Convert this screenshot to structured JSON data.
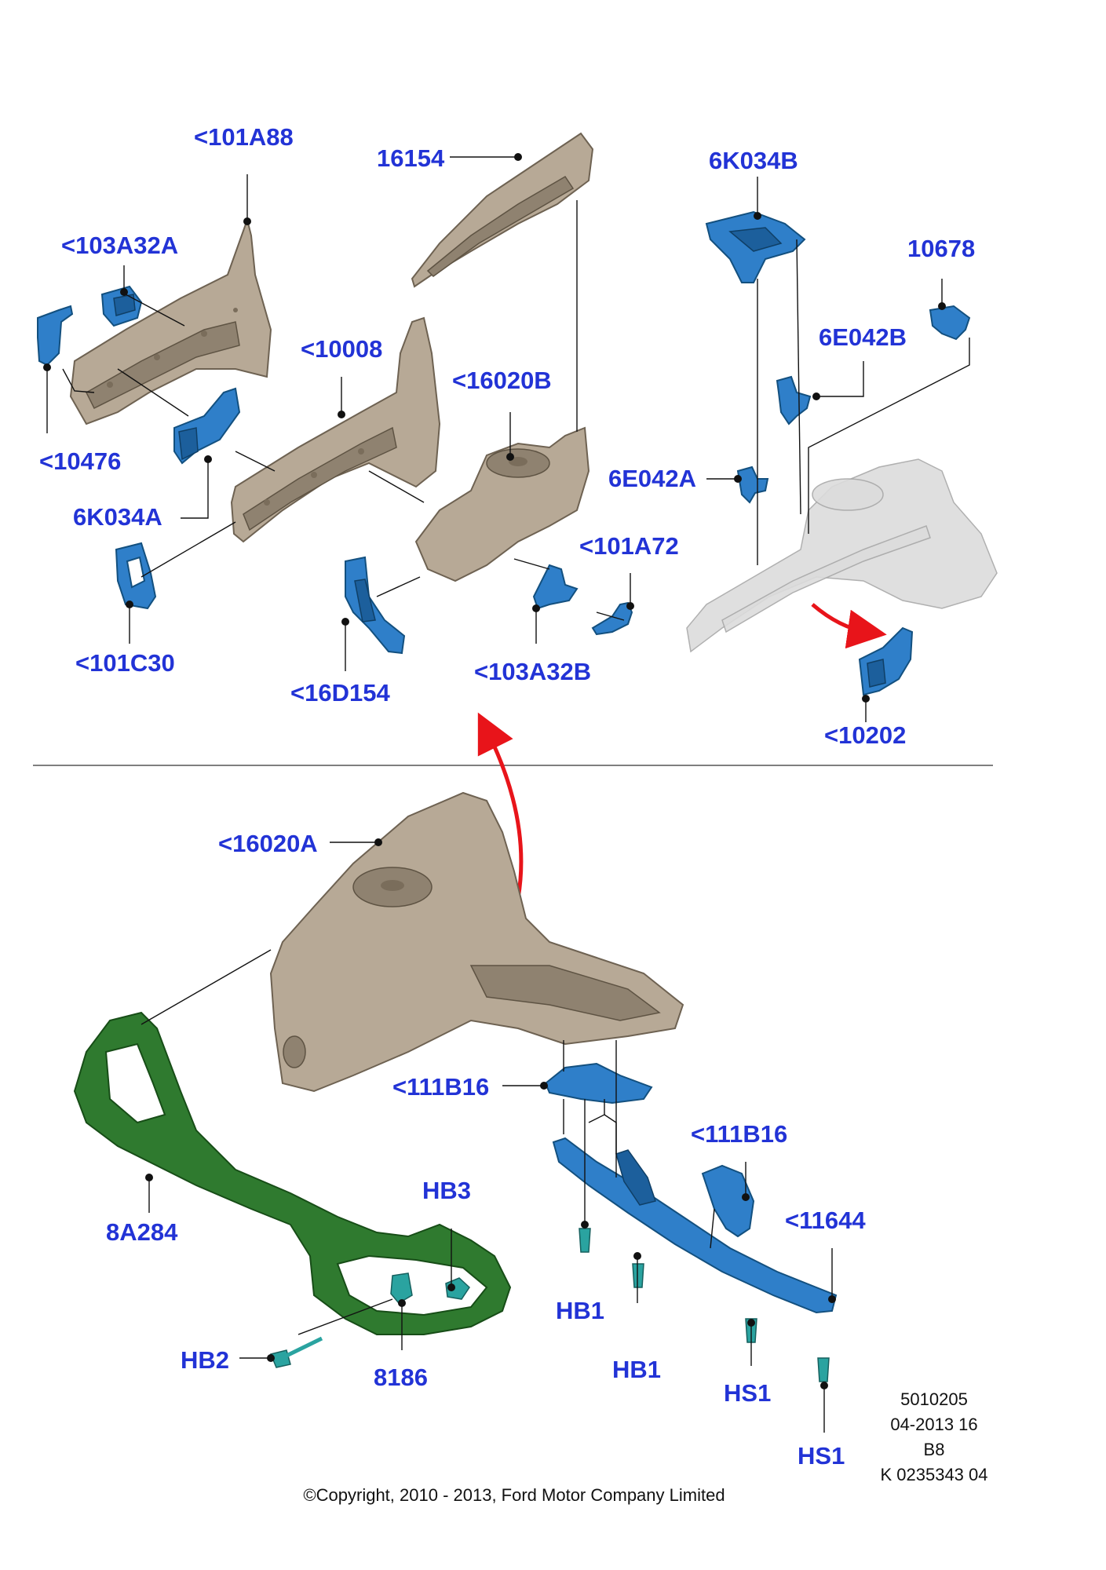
{
  "labels": {
    "l101A88": "<101A88",
    "l103A32A": "<103A32A",
    "l10476": "<10476",
    "l6K034A": "6K034A",
    "l101C30": "<101C30",
    "l10008": "<10008",
    "l16154": "16154",
    "l16020B": "<16020B",
    "l16D154": "<16D154",
    "l103A32B": "<103A32B",
    "l101A72": "<101A72",
    "l6K034B": "6K034B",
    "l10678": "10678",
    "l6E042B": "6E042B",
    "l6E042A": "6E042A",
    "l10202": "<10202",
    "l16020A": "<16020A",
    "l111B16a": "<111B16",
    "l111B16b": "<111B16",
    "l11644": "<11644",
    "l8A284": "8A284",
    "lHB3": "HB3",
    "lHB2": "HB2",
    "l8186": "8186",
    "lHB1a": "HB1",
    "lHB1b": "HB1",
    "lHS1a": "HS1",
    "lHS1b": "HS1"
  },
  "reference": {
    "line1": "5010205",
    "line2": "04-2013 16",
    "line3": "B8",
    "line4": "K 0235343 04"
  },
  "copyright": "©Copyright, 2010 - 2013, Ford Motor Company Limited",
  "colors": {
    "label": "#2233d6",
    "body_panel": "#b7a996",
    "bracket": "#2f7fc9",
    "carrier": "#2f7a2f",
    "fastener": "#2aa3a0",
    "arrow": "#e8141a"
  }
}
